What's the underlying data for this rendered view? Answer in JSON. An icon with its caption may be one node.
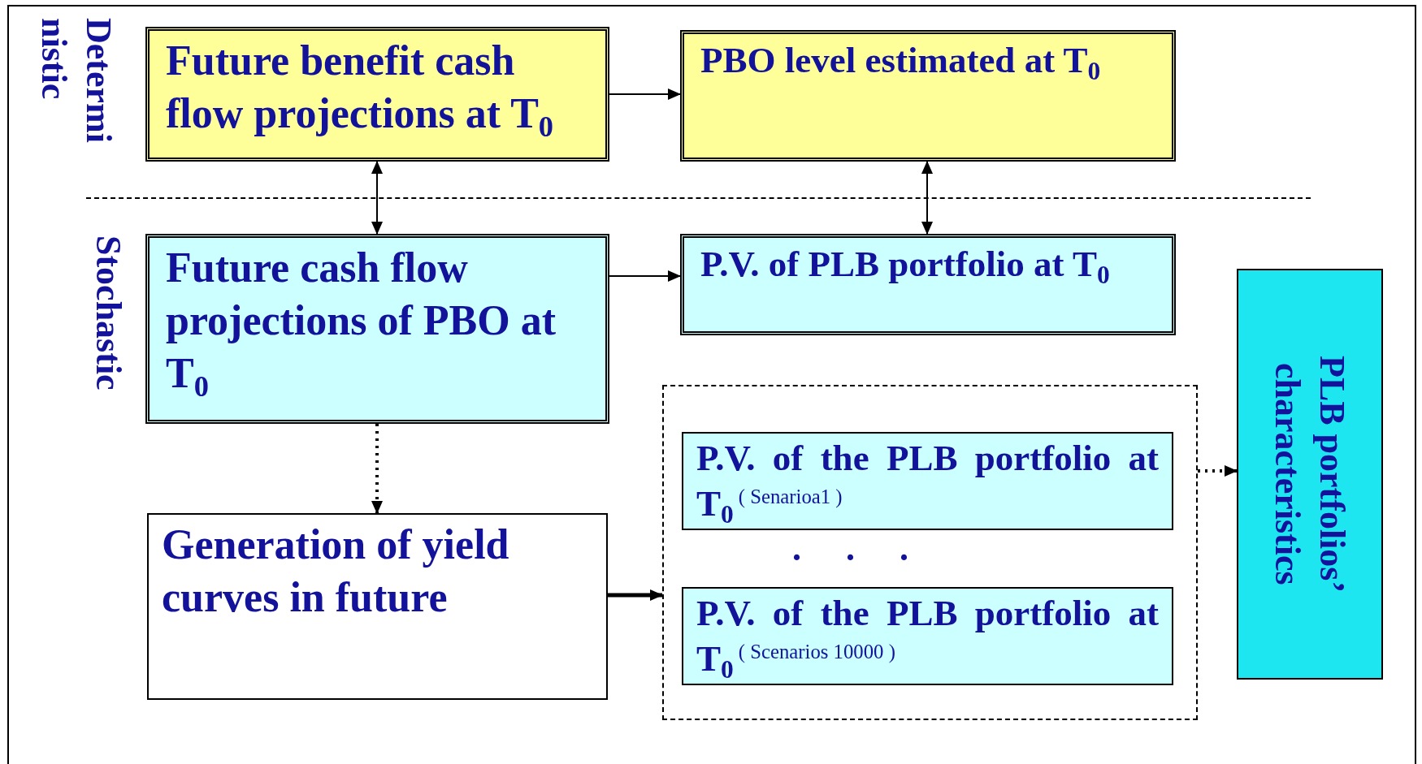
{
  "diagram": {
    "nodes": [
      {
        "text": [
          "Future benefit cash flow projections at T$_{0}$"
        ]
      },
      {
        "text": [
          "PBO level estimated at T$_{0}$"
        ]
      },
      {
        "text": [
          "Future cash flow projections of PBO at T$_{0}$"
        ]
      },
      {
        "text": [
          "P.V. of PLB portfolio at T$_{0}$"
        ]
      },
      {
        "text": [
          "Generation of yield curves in future"
        ]
      },
      {
        "text": [],
        "shape": "box"
      },
      {
        "text": [
          "P.V. of the PLB portfolio at T$_{0}$$^{( Senarioa1 )}$"
        ],
        "in": 5
      },
      {
        "text": [
          "P.V. of the PLB portfolio at T$_{0}$$^{( Scenarios 10000 )}$"
        ],
        "in": 5
      },
      {
        "text": [
          "PLB portfolios’ characteristics"
        ]
      }
    ],
    "edges": [
      {
        "from": 0,
        "to": 1,
        "arrow": "to"
      },
      {
        "from": 0,
        "to": 2,
        "arrow": "both"
      },
      {
        "from": 1,
        "to": 3,
        "arrow": "both"
      },
      {
        "from": 2,
        "to": 3,
        "arrow": "to"
      },
      {
        "from": 2,
        "to": 4,
        "arrow": "to",
        "style": "dashed"
      },
      {
        "from": 4,
        "to": 5,
        "arrow": "to",
        "style": "thick"
      },
      {
        "from": 5,
        "to": 8,
        "arrow": "to",
        "style": "dashed"
      }
    ],
    "labels": [
      "Determi nistic",
      "Stochastic",
      ". . ."
    ]
  }
}
